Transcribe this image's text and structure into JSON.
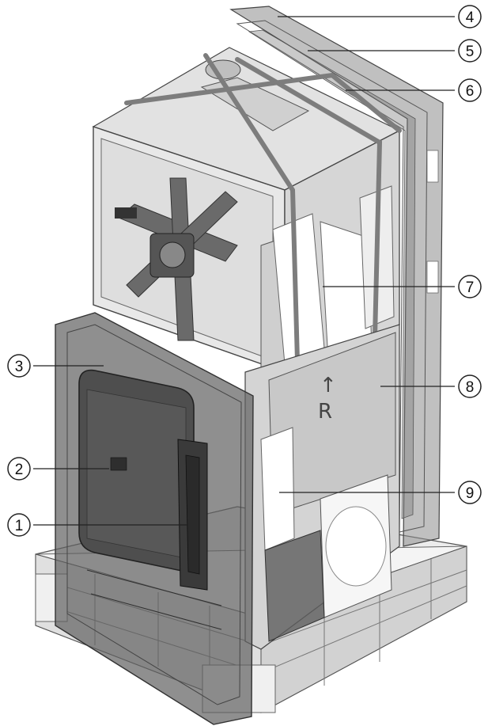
{
  "callouts": [
    {
      "id": "1",
      "label": "1"
    },
    {
      "id": "2",
      "label": "2"
    },
    {
      "id": "3",
      "label": "3"
    },
    {
      "id": "4",
      "label": "4"
    },
    {
      "id": "5",
      "label": "5"
    },
    {
      "id": "6",
      "label": "6"
    },
    {
      "id": "7",
      "label": "7"
    },
    {
      "id": "8",
      "label": "8"
    },
    {
      "id": "9",
      "label": "9"
    }
  ],
  "side_marking": {
    "letter": "R",
    "arrow": "↑"
  },
  "colors": {
    "frame_transparent": "#6e6e6e",
    "unit_body": "#dcdcdc",
    "unit_shadow": "#b4b4b4",
    "strap": "#8c8c8c",
    "pallet": "#e6e6e6",
    "door_panel": "#5a5a5a"
  }
}
